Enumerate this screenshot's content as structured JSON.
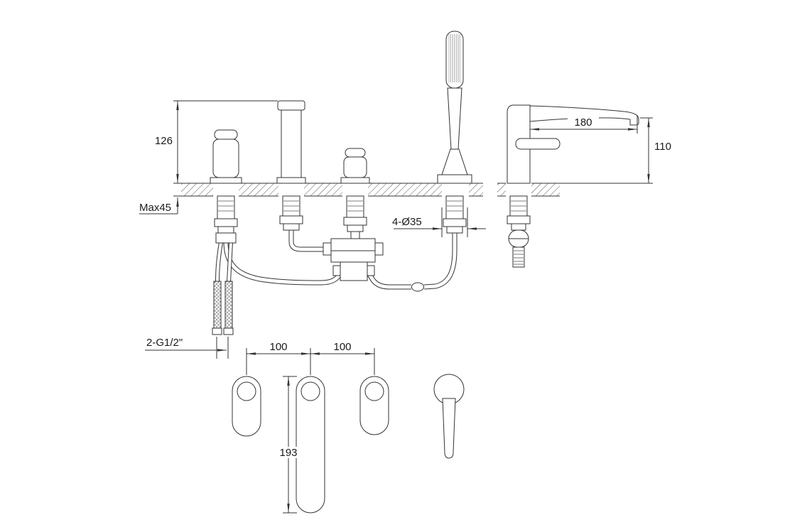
{
  "dimensions": {
    "front_height": "126",
    "deck_max_thickness": "Max45",
    "hole_spec": "4-Ø35",
    "inlet_thread": "2-G1/2\"",
    "spout_reach": "180",
    "spout_height": "110",
    "hole_pitch_left": "100",
    "hole_pitch_right": "100",
    "handle_length": "193"
  }
}
